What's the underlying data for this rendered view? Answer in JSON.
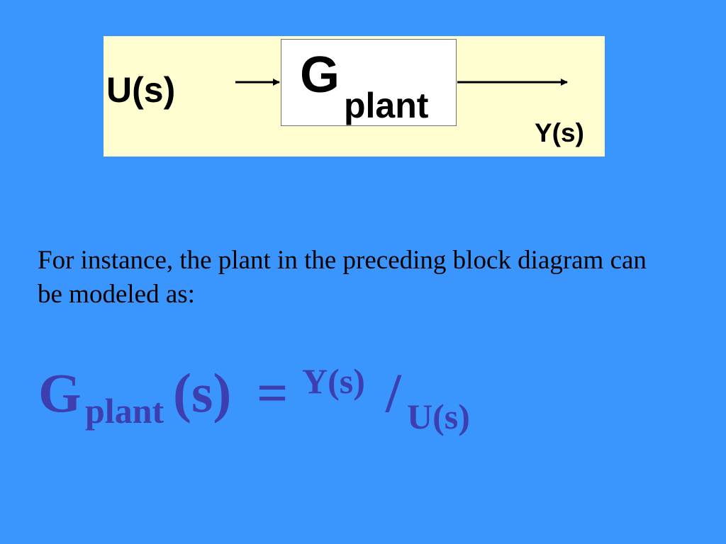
{
  "diagram": {
    "input_label": "U(s)",
    "output_label": "Y(s)",
    "block": {
      "symbol": "G",
      "subscript": "plant"
    },
    "colors": {
      "panel": "#fefed0",
      "block": "#ffffff",
      "arrow": "#000000"
    }
  },
  "body": {
    "text": "For instance, the plant in the preceding block diagram can be modeled as:"
  },
  "formula": {
    "lhs_symbol": "G",
    "lhs_subscript": "plant",
    "lhs_argument": "(s)",
    "equals": "=",
    "numerator": "Y(s)",
    "slash": "/",
    "denominator": "U(s)",
    "color": "#3d3fb0"
  },
  "slide": {
    "background": "#3a96fc"
  }
}
